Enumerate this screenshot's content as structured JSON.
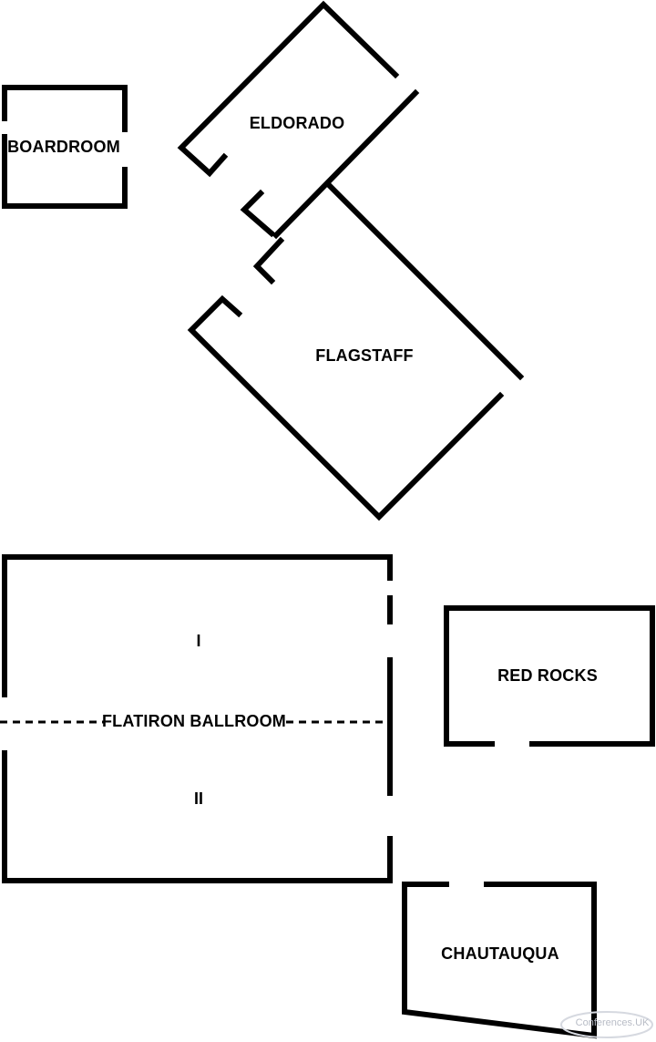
{
  "rooms": {
    "boardroom": {
      "label": "BOARDROOM"
    },
    "eldorado": {
      "label": "ELDORADO"
    },
    "flagstaff": {
      "label": "FLAGSTAFF"
    },
    "flatiron": {
      "label": "FLATIRON BALLROOM",
      "sections": [
        "I",
        "II"
      ]
    },
    "red_rocks": {
      "label": "RED ROCKS"
    },
    "chautauqua": {
      "label": "CHAUTAUQUA"
    }
  },
  "watermark": {
    "text": "Conferences.UK"
  },
  "colors": {
    "wall": "#000000",
    "background": "#ffffff",
    "watermark": "#b8bcc6"
  }
}
